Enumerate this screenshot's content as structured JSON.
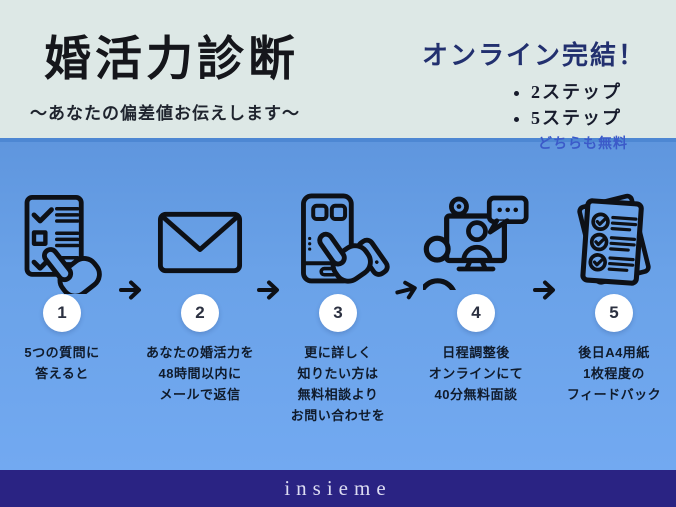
{
  "header": {
    "title": "婚活力診断",
    "subtitle": "～あなたの偏差値お伝えします～",
    "promo": {
      "title": "オンライン完結！",
      "bullets": [
        "2ステップ",
        "5ステップ"
      ],
      "note": "どちらも無料"
    }
  },
  "steps": [
    {
      "number": "1",
      "icon": "checklist-tap-icon",
      "lines": [
        "5つの質問に",
        "答えると"
      ]
    },
    {
      "number": "2",
      "icon": "envelope-icon",
      "lines": [
        "あなたの婚活力を",
        "48時間以内に",
        "メールで返信"
      ]
    },
    {
      "number": "3",
      "icon": "smartphone-tap-icon",
      "lines": [
        "更に詳しく",
        "知りたい方は",
        "無料相談より",
        "お問い合わせを"
      ]
    },
    {
      "number": "4",
      "icon": "video-meeting-icon",
      "lines": [
        "日程調整後",
        "オンラインにて",
        "40分無料面談"
      ]
    },
    {
      "number": "5",
      "icon": "report-papers-icon",
      "lines": [
        "後日A4用紙",
        "1枚程度の",
        "フィードバック"
      ]
    }
  ],
  "footer": {
    "brand": "insieme"
  },
  "colors": {
    "header_bg": "#dde8e6",
    "flow_bg": "#6aa2e8",
    "flow_top_edge": "#4d87d3",
    "footer_bg": "#2a2383",
    "promo_title": "#22306f",
    "promo_note": "#3b5ac9",
    "step_text": "#101b2b",
    "icon_stroke": "#0d1016",
    "badge_bg": "#ffffff"
  }
}
